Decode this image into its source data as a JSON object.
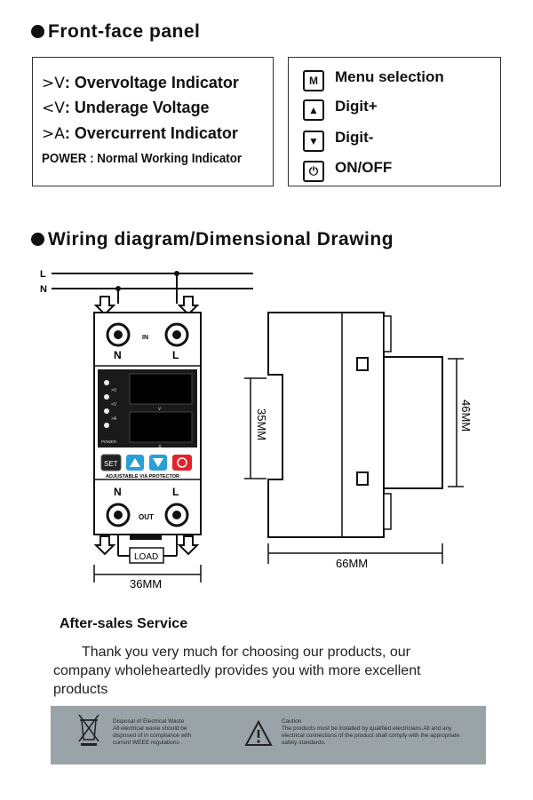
{
  "front_panel": {
    "title": "Front-face panel",
    "indicators": [
      {
        "symbol": ">V",
        "label": ": Overvoltage Indicator"
      },
      {
        "symbol": "<V",
        "label": ": Underage Voltage"
      },
      {
        "symbol": ">A",
        "label": ": Overcurrent Indicator"
      },
      {
        "symbol": "POWER",
        "label": " : Normal Working Indicator"
      }
    ],
    "buttons": [
      {
        "icon": "M",
        "label": "Menu selection"
      },
      {
        "icon": "▲",
        "label": "Digit+"
      },
      {
        "icon": "▼",
        "label": "Digit-"
      },
      {
        "icon": "⏻",
        "label": "ON/OFF"
      }
    ]
  },
  "wiring": {
    "title": "Wiring diagram/Dimensional Drawing",
    "line_l": "L",
    "line_n": "N",
    "in_label": "IN",
    "out_label": "OUT",
    "term_n": "N",
    "term_l": "L",
    "term_n_out": "N",
    "term_l_out": "L",
    "set_label": "SET",
    "strip_label": "ADJUSTABLE V/A PROTECTOR",
    "power_label": "POWER",
    "ind_labels": [
      ">V",
      "<V",
      ">A"
    ],
    "load_label": "LOAD",
    "width_front": "36MM",
    "side_width": "66MM",
    "side_h_small": "35MM",
    "side_h_large": "46MM"
  },
  "after_sales": {
    "title": "After-sales Service",
    "text": "Thank you very much for choosing our products, our company wholeheartedly provides you with more excellent products"
  },
  "footer": {
    "disposal_title": "Disposal of Electrical Waste",
    "disposal_text": "All electrical waste should be disposed of in compliance with current WEEE regulations .",
    "caution_title": "Caution",
    "caution_text": "The products must be installed by qualified electricians.All and any electrical connections of the product shall comply with the appropriate safety standards."
  },
  "colors": {
    "panel_dark": "#1a1a1a",
    "button_blue": "#2b9fd9",
    "button_red": "#e0242c",
    "footer_bg": "#9aa3a8"
  }
}
